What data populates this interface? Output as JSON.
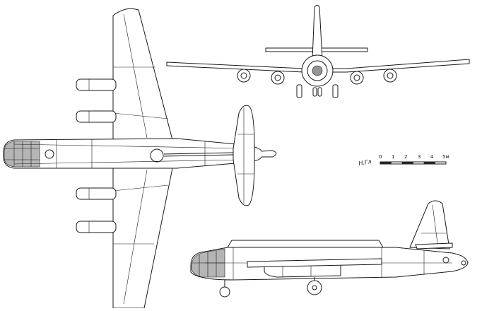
{
  "scale_bar": {
    "ticks": [
      "0",
      "1",
      "2",
      "3",
      "4",
      "5м"
    ],
    "signature": "Н.Гл"
  },
  "views": {
    "plan": "top",
    "front": "front",
    "side": "side"
  }
}
